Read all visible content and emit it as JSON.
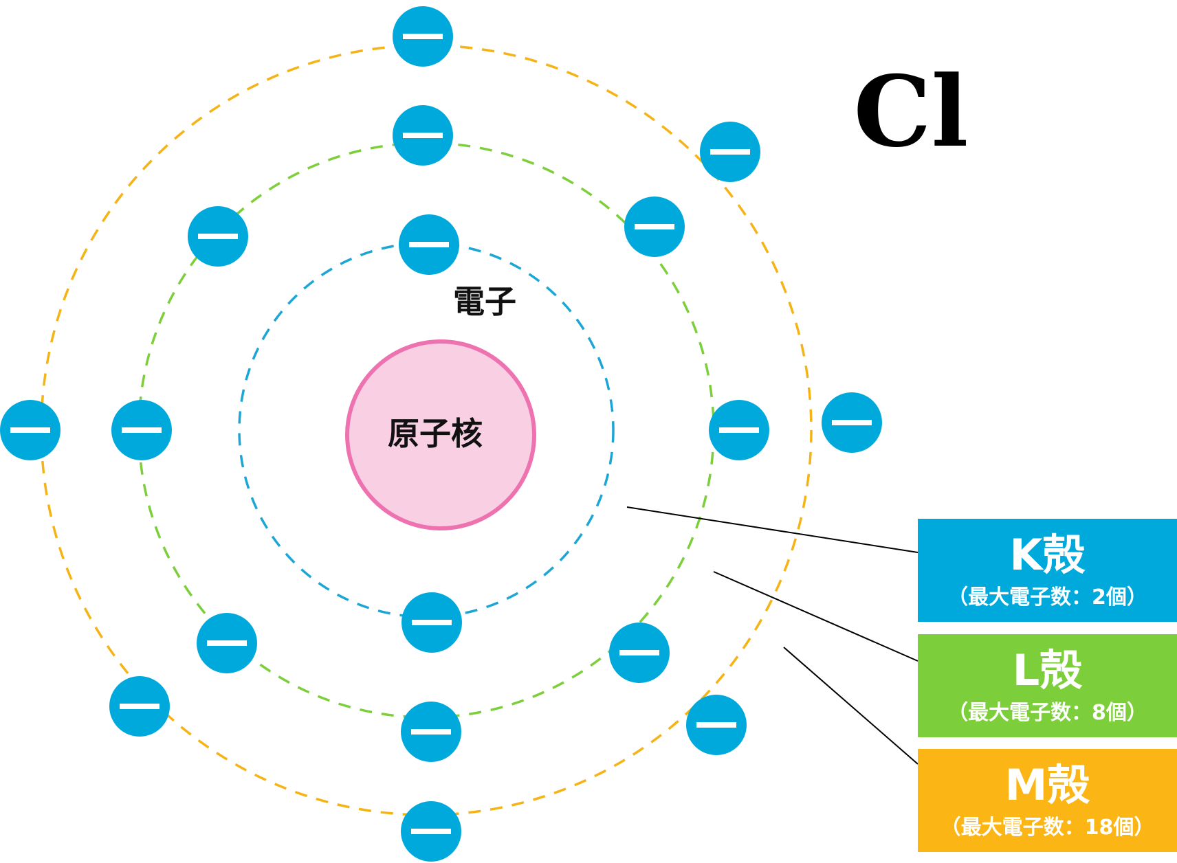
{
  "element_symbol": "Cl",
  "labels": {
    "nucleus": "原子核",
    "electron": "電子",
    "electron_sign": "−"
  },
  "colors": {
    "electron": "#00a9dc",
    "nucleus_fill": "#f9cfe3",
    "nucleus_stroke": "#ee72b0",
    "k_shell": "#1ba6d6",
    "l_shell": "#7ccf3a",
    "m_shell": "#f5b315",
    "leader_line": "#000000"
  },
  "shells": [
    {
      "id": "k",
      "name": "K殻",
      "capacity": "（最大電子数：2個）",
      "max_electrons": 2,
      "electron_count": 2,
      "color": "#00a9dc"
    },
    {
      "id": "l",
      "name": "L殻",
      "capacity": "（最大電子数：8個）",
      "max_electrons": 8,
      "electron_count": 8,
      "color": "#7ccf3a"
    },
    {
      "id": "m",
      "name": "M殻",
      "capacity": "（最大電子数：18個）",
      "max_electrons": 18,
      "electron_count": 7,
      "color": "#fbb514"
    }
  ]
}
